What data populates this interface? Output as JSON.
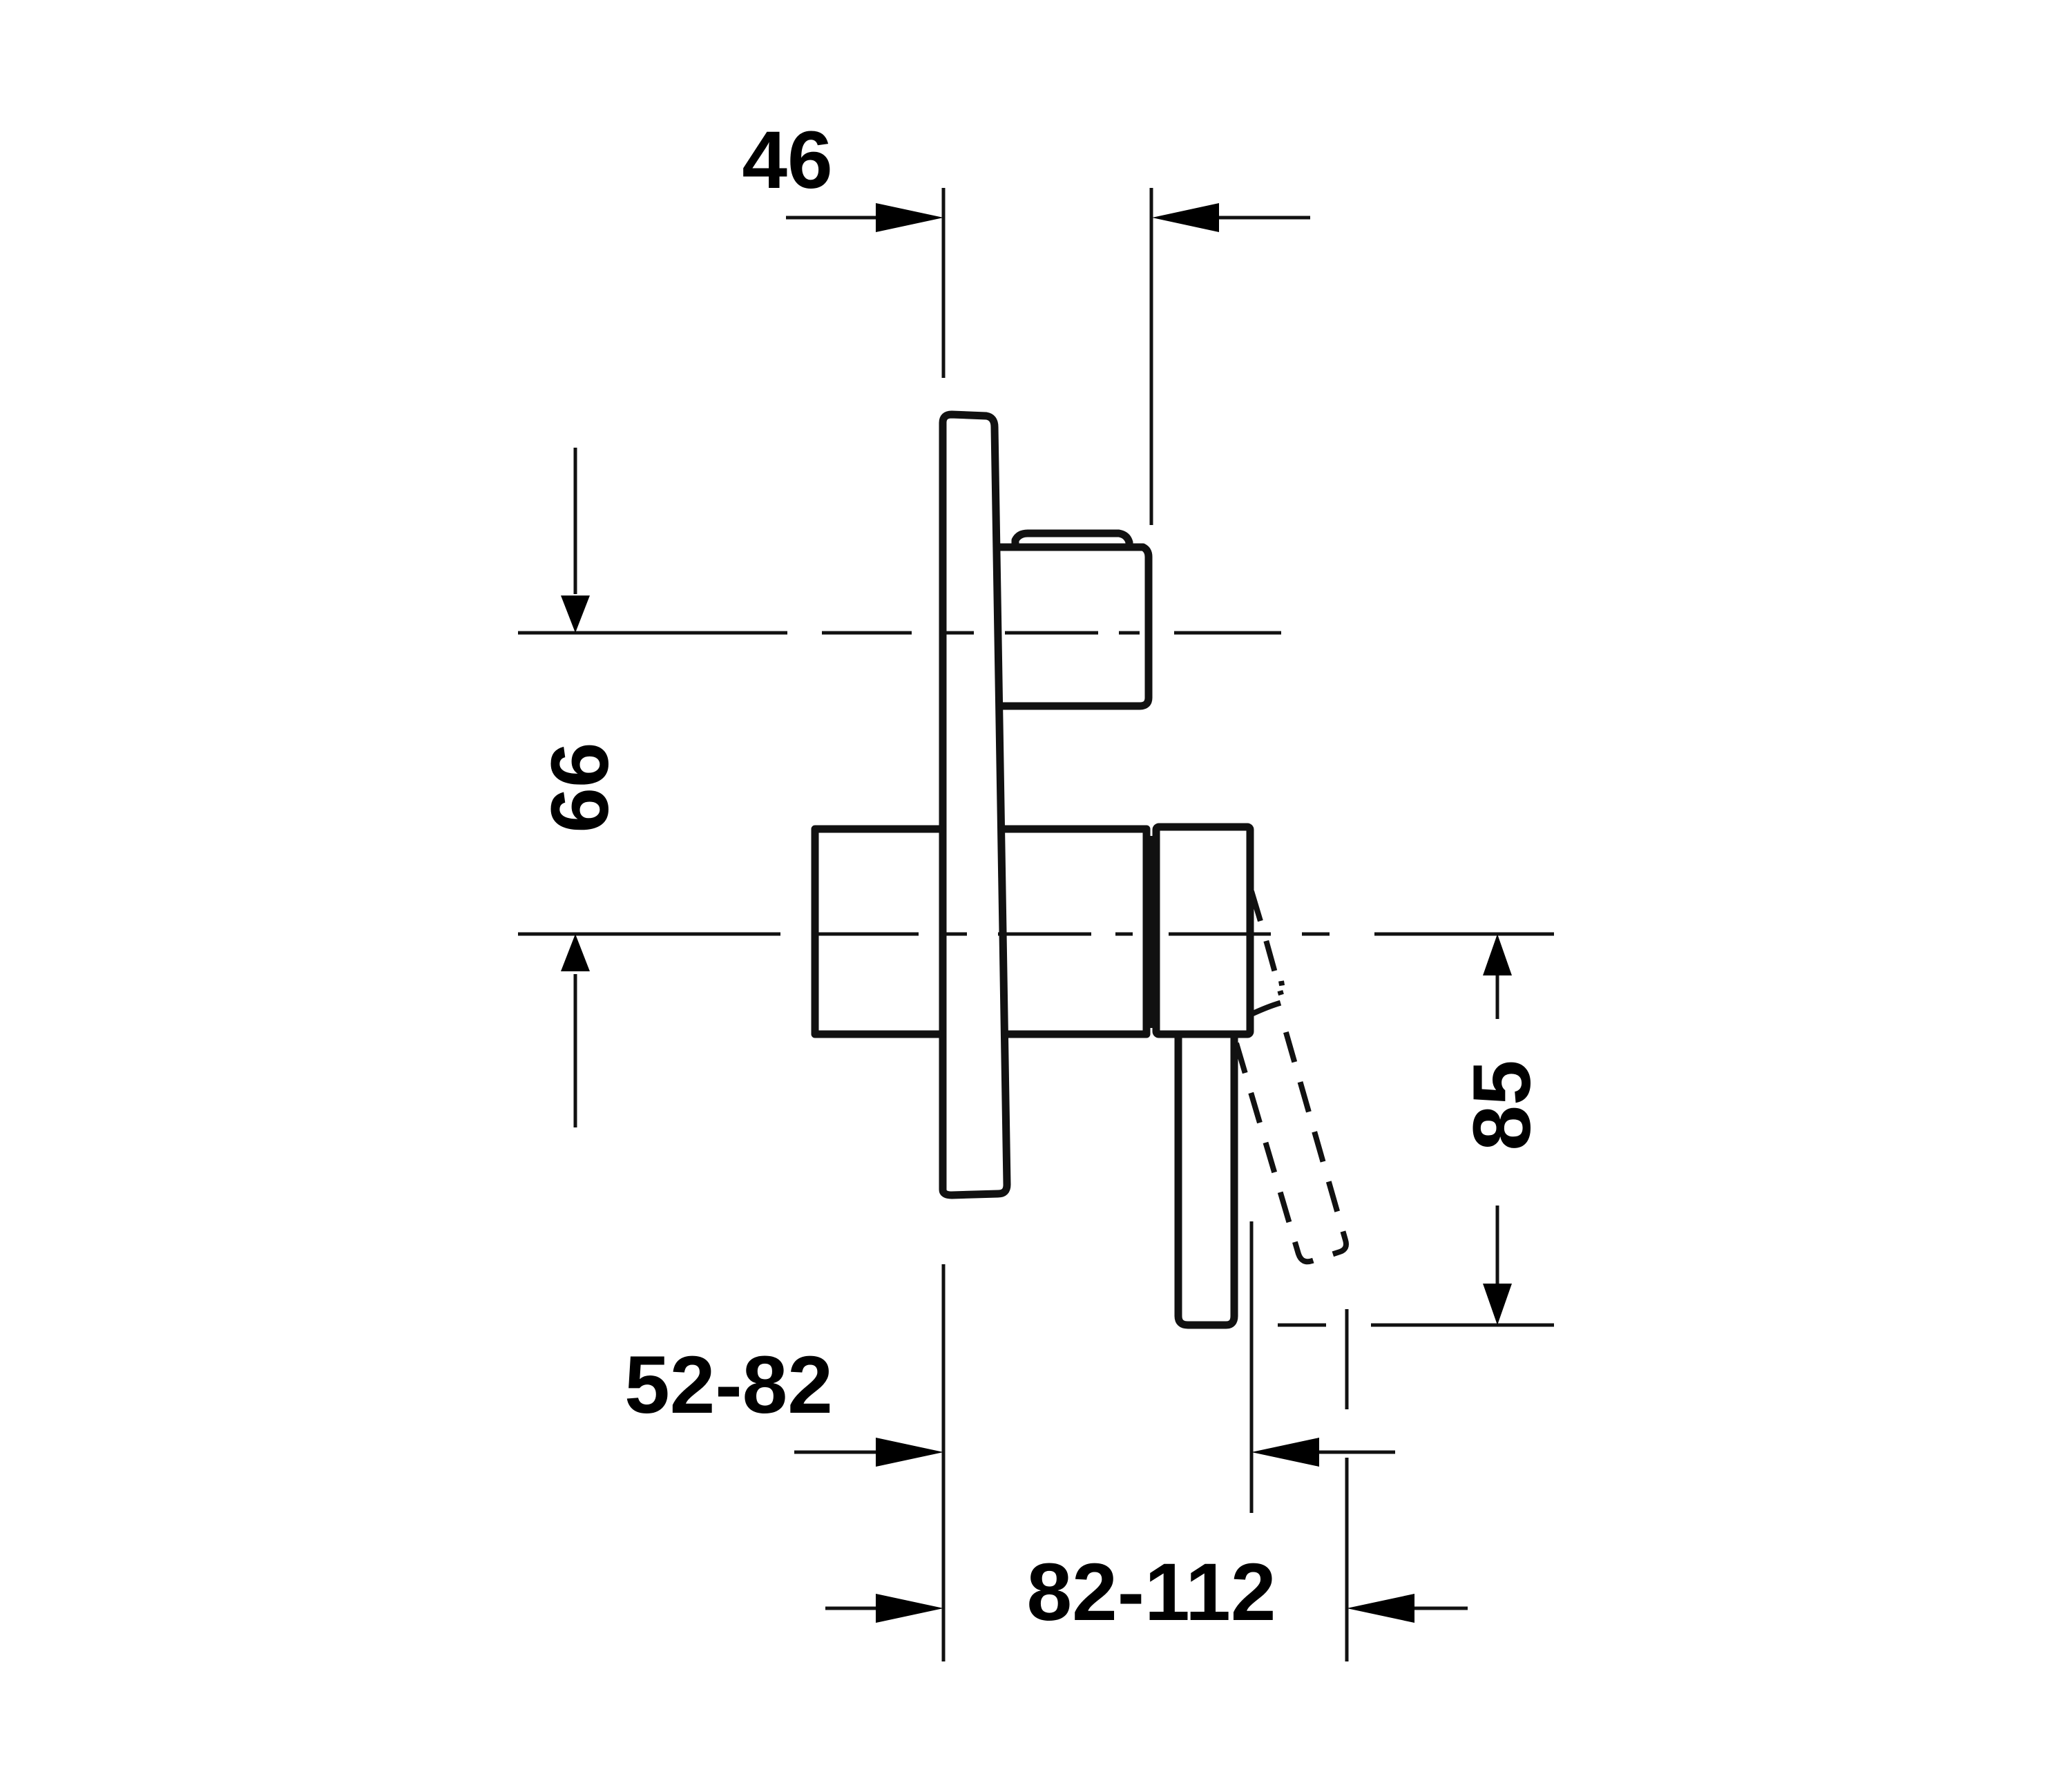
{
  "drawing": {
    "title": "Concealed mixer side view dimension drawing",
    "units": "mm",
    "colors": {
      "line": "#111111",
      "background": "#ffffff"
    },
    "dimensions": {
      "projection_depth": {
        "label": "46"
      },
      "outlet_center_spacing": {
        "label": "66"
      },
      "lever_drop": {
        "label": "85"
      },
      "installation_depth_min": {
        "label": "52-82"
      },
      "installation_depth_max": {
        "label": "82-112"
      }
    },
    "components": [
      {
        "name": "cover-plate"
      },
      {
        "name": "diverter-knob"
      },
      {
        "name": "valve-body"
      },
      {
        "name": "lever-hub"
      },
      {
        "name": "lever-handle"
      },
      {
        "name": "lever-handle-rotated-ghost",
        "style": "dashed"
      }
    ]
  }
}
